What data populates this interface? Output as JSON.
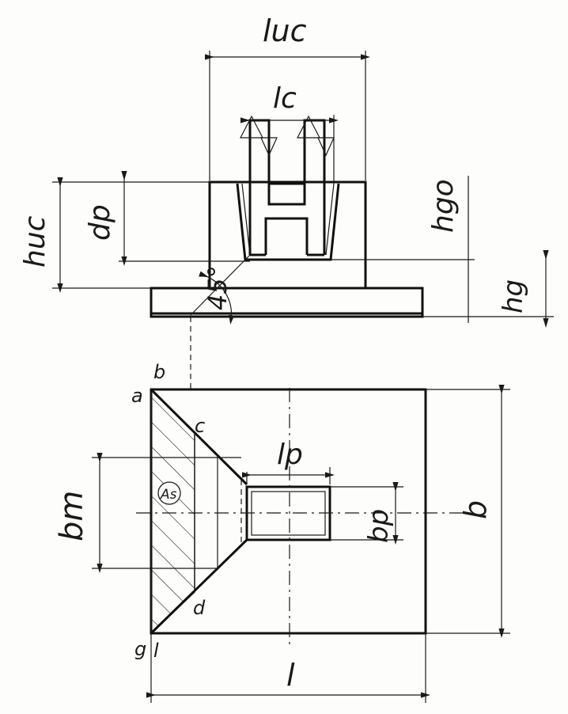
{
  "labels": {
    "l_uc": "luc",
    "l_c": "lc",
    "h_uc": "huc",
    "d_p": "dp",
    "h_go": "hgo",
    "h_g": "hg",
    "angle": "45°",
    "l_p": "lp",
    "b_p": "bp",
    "b_m": "bm",
    "b": "b",
    "l": "l",
    "A_s": "As",
    "pt_a": "a",
    "pt_b": "b",
    "pt_c": "c",
    "pt_d": "d",
    "pt_g": "g",
    "pt_l": "l"
  },
  "colors": {
    "ink": "#1a1a1a",
    "paper": "#fdfdfb"
  }
}
